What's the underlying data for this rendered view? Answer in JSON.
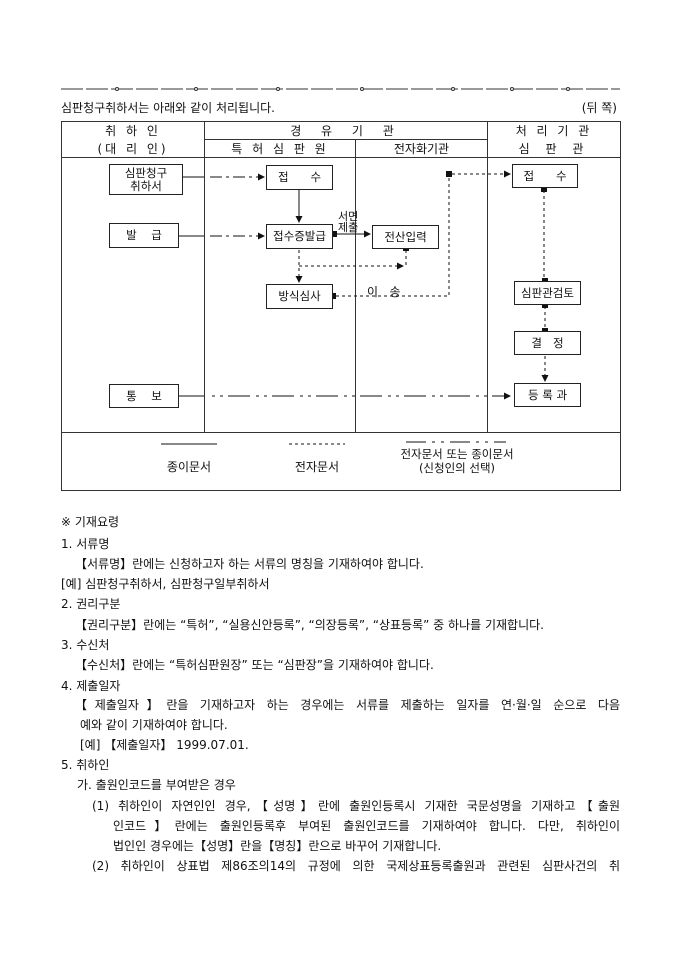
{
  "intro": {
    "text": "심판청구취하서는 아래와 같이 처리됩니다.",
    "page_side": "(뒤 쪽)"
  },
  "table_header": {
    "col1_top": "취 하 인",
    "col1_bottom": "(대 리 인)",
    "group_middle": "경 유 기 관",
    "col2": "특 허 심 판 원",
    "col3": "전자화기관",
    "group_right": "처 리 기 관",
    "col4": "심 판 관"
  },
  "flow": {
    "withdrawal_doc": [
      "심판청구",
      "취하서"
    ],
    "issue": "발    급",
    "notify": "통    보",
    "receive1": "접      수",
    "receipt_issue": "접수증발급",
    "formal_review": "방식심사",
    "data_entry": "전산입력",
    "written_submit": [
      "서면",
      "제출"
    ],
    "transfer": "이   송",
    "receive2": "접      수",
    "judge_review": "심판관검토",
    "decision": "결   정",
    "registry": "등 록 과"
  },
  "legend": {
    "paper": "종이문서",
    "electronic": "전자문서",
    "either": "전자문서 또는 종이문서",
    "either_note": "(신청인의 선택)"
  },
  "instructions": [
    "※ 기재요령",
    "1. 서류명",
    "【서류명】란에는 신청하고자 하는 서류의 명칭을 기재하여야 합니다.",
    "[예] 심판청구취하서, 심판청구일부취하서",
    "2. 권리구분",
    "【권리구분】란에는 “특허”, “실용신안등록”, “의장등록”, “상표등록” 중 하나를 기재합니다.",
    "3. 수신처",
    "【수신처】란에는 “특허심판원장” 또는 “심판장”을 기재하여야 합니다.",
    "4. 제출일자",
    "【제출일자】란을 기재하고자 하는 경우에는 서류를 제출하는 일자를 연·월·일 순으로 다음",
    "예와 같이 기재하여야 합니다.",
    "[예] 【제출일자】 1999.07.01.",
    "5. 취하인",
    "가. 출원인코드를 부여받은 경우",
    "(1) 취하인이 자연인인 경우,【성명】란에 출원인등록시 기재한 국문성명을 기재하고【출원",
    "인코드】란에는 출원인등록후 부여된 출원인코드를 기재하여야 합니다. 다만, 취하인이",
    "법인인 경우에는【성명】란을【명칭】란으로 바꾸어 기재합니다.",
    "(2) 취하인이 상표법 제86조의14의 규정에 의한 국제상표등록출원과 관련된 심판사건의 취"
  ]
}
